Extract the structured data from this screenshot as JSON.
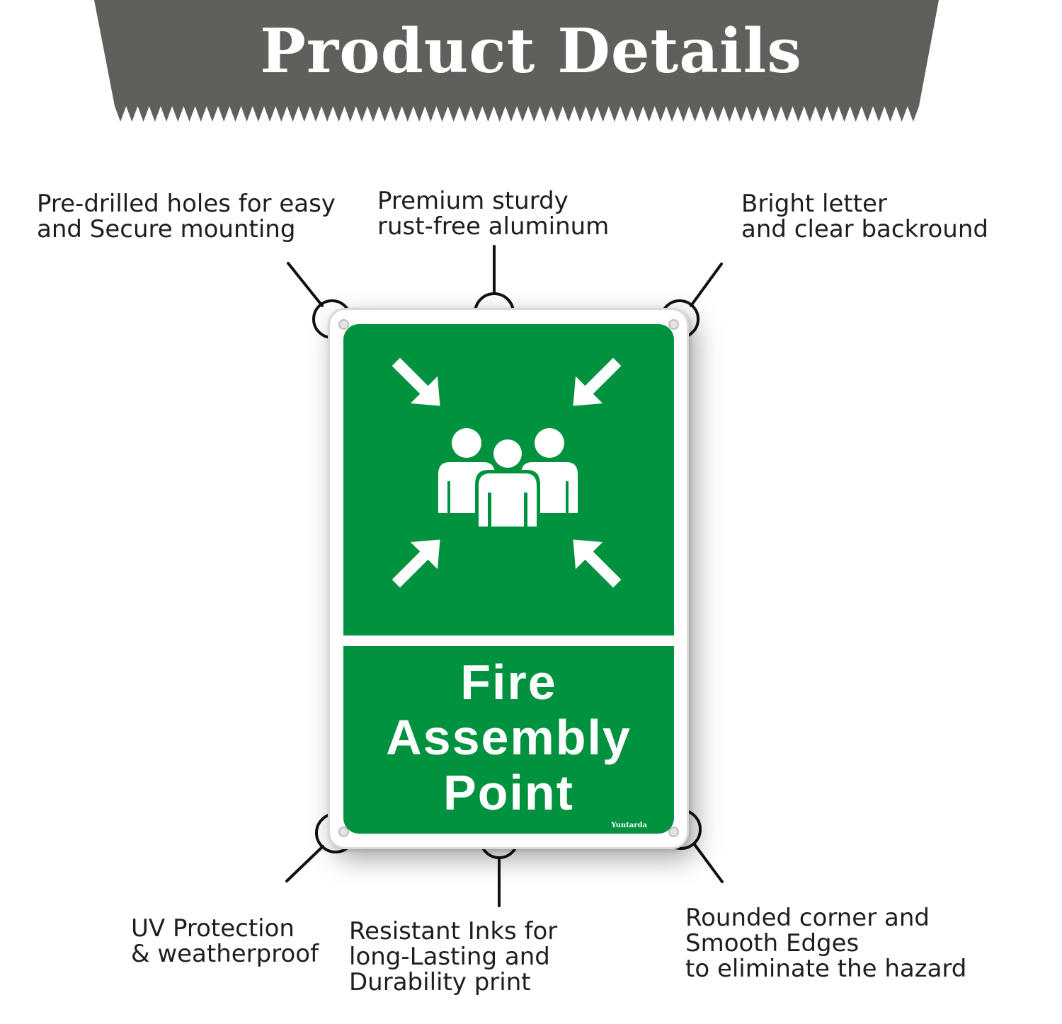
{
  "banner": {
    "title": "Product Details",
    "color": "#5f5f5b"
  },
  "callouts": {
    "holes": [
      "Pre-drilled holes for easy",
      "and Secure mounting"
    ],
    "aluminum": [
      "Premium sturdy",
      "rust-free aluminum"
    ],
    "bright": [
      "Bright letter",
      "and clear backround"
    ],
    "uv": [
      "UV Protection",
      "& weatherproof"
    ],
    "inks": [
      "Resistant Inks for",
      "long-Lasting and",
      "Durability print"
    ],
    "corners": [
      "Rounded corner and",
      "Smooth Edges",
      "to eliminate the hazard"
    ]
  },
  "sign": {
    "lines": [
      "Fire",
      "Assembly",
      "Point"
    ],
    "brand": "Yuntarda",
    "green": "#00923f",
    "icons": [
      "arrow-down-right-icon",
      "arrow-down-left-icon",
      "arrow-up-right-icon",
      "arrow-up-left-icon",
      "people-group-icon"
    ]
  }
}
